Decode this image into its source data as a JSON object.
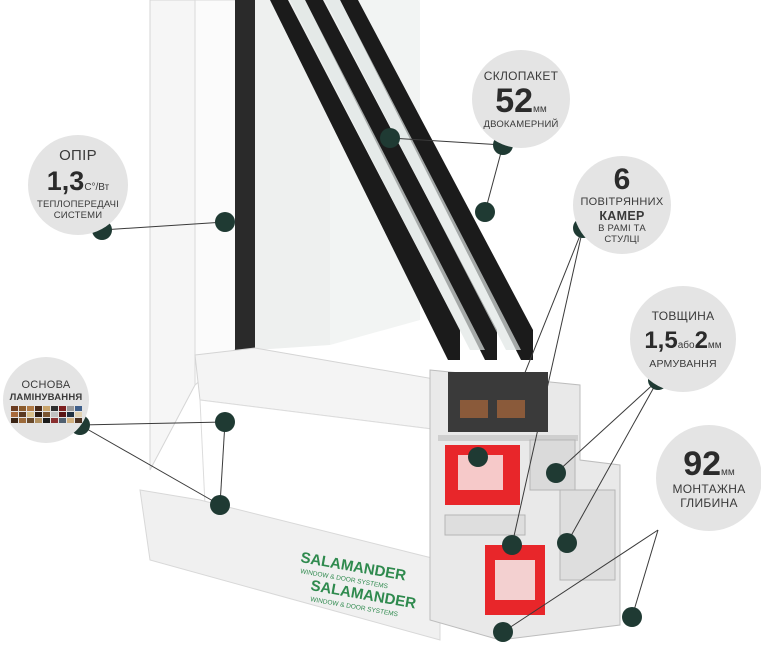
{
  "callouts": {
    "glazing": {
      "caption": "СКЛОПАКЕТ",
      "value": "52",
      "unit": "мм",
      "note": "ДВОКАМЕРНИЙ"
    },
    "resistance": {
      "caption": "ОПІР",
      "value": "1,3",
      "unit": "С°/Вт",
      "note_line1": "ТЕПЛОПЕРЕДАЧІ",
      "note_line2": "СИСТЕМИ"
    },
    "chambers": {
      "value": "6",
      "line1": "ПОВІТРЯННИХ",
      "line2": "КАМЕР",
      "line3": "В РАМІ ТА",
      "line4": "СТУЛЦІ"
    },
    "reinforcement": {
      "caption": "ТОВЩИНА",
      "value1": "1,5",
      "connector": "або",
      "value2": "2",
      "unit": "мм",
      "note": "АРМУВАННЯ"
    },
    "lamination": {
      "line1": "ОСНОВА",
      "line2": "ЛАМІНУВАННЯ"
    },
    "depth": {
      "value": "92",
      "unit": "мм",
      "line1": "МОНТАЖНА",
      "line2": "ГЛИБИНА"
    }
  },
  "brand": {
    "name": "SALAMANDER",
    "tagline": "WINDOW & DOOR SYSTEMS"
  },
  "colors": {
    "bubble": "#e4e4e4",
    "dot": "#1f3a33",
    "line": "#3a3a3a",
    "reinforcement": "#e8262a",
    "pvc": "#f2f2f2",
    "glass": "#1b1b1b",
    "brand_green": "#2f8a4e"
  },
  "laminate_swatches": [
    "#6b3b1f",
    "#8a5a2b",
    "#b07a44",
    "#4a2a16",
    "#c9a46a",
    "#2e2e2e",
    "#7d1f1f",
    "#9a9a9a",
    "#3f5f8a",
    "#a86a3c",
    "#5a3a22",
    "#d8c08a",
    "#2a1a10",
    "#7a5530",
    "#c0c0c0",
    "#5a1515",
    "#203040",
    "#e0d0b0",
    "#3a2414",
    "#9c6a3a",
    "#6a4a2a",
    "#b09060",
    "#1a1a1a",
    "#8a3030",
    "#506070",
    "#d0b080",
    "#4a3020"
  ]
}
